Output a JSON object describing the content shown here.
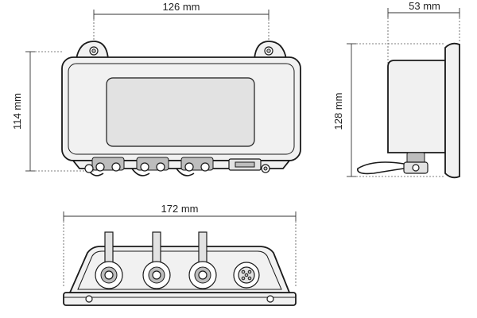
{
  "dimensions": {
    "front_width": "126 mm",
    "front_height": "114 mm",
    "side_depth": "53 mm",
    "side_height": "128 mm",
    "bottom_width": "172 mm"
  },
  "icons": [
    "front-view-drawing",
    "side-view-drawing",
    "bottom-view-drawing",
    "connector-icon",
    "cable-gland-icon"
  ]
}
